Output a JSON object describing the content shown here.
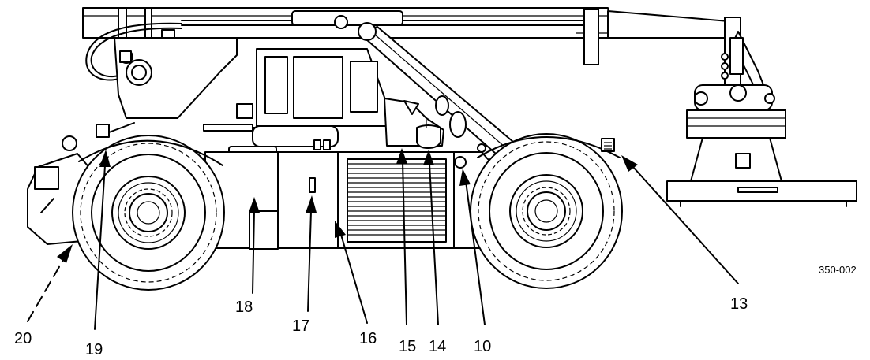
{
  "figure_id": "350-002",
  "callouts": {
    "c20": "20",
    "c19": "19",
    "c18": "18",
    "c17": "17",
    "c16": "16",
    "c15": "15",
    "c14": "14",
    "c10": "10",
    "c13": "13"
  },
  "colors": {
    "line": "#000000",
    "background": "#ffffff"
  }
}
